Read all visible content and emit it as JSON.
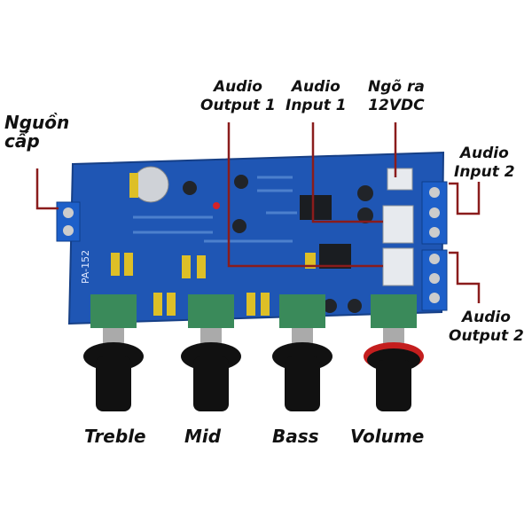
{
  "labels": {
    "power": [
      "Nguồn",
      "cấp"
    ],
    "audio_output_1": [
      "Audio",
      "Output 1"
    ],
    "audio_input_1": [
      "Audio",
      "Input 1"
    ],
    "output_12vdc": [
      "Ngõ ra",
      "12VDC"
    ],
    "audio_input_2": [
      "Audio",
      "Input 2"
    ],
    "audio_output_2": [
      "Audio",
      "Output 2"
    ]
  },
  "knobs": [
    "Treble",
    "Mid",
    "Bass",
    "Volume"
  ],
  "board": {
    "model": "PA-152"
  },
  "colors": {
    "board": "#1f56b4",
    "leader": "#8a1c1c",
    "terminal": "#1d5fc9",
    "knob": "#111111"
  }
}
